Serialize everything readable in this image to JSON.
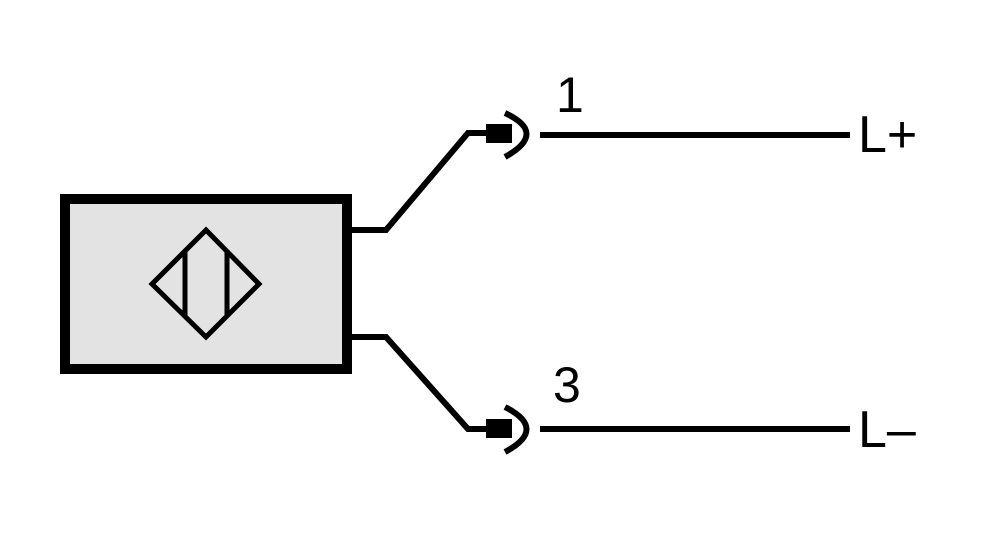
{
  "colors": {
    "stroke": "#000000",
    "sensor_fill": "#e3e3e3",
    "background": "#ffffff"
  },
  "sensor": {
    "icon": "inductive-sensor-symbol-icon"
  },
  "pins": [
    {
      "number": "1",
      "terminal": "L+"
    },
    {
      "number": "3",
      "terminal": "L–"
    }
  ]
}
